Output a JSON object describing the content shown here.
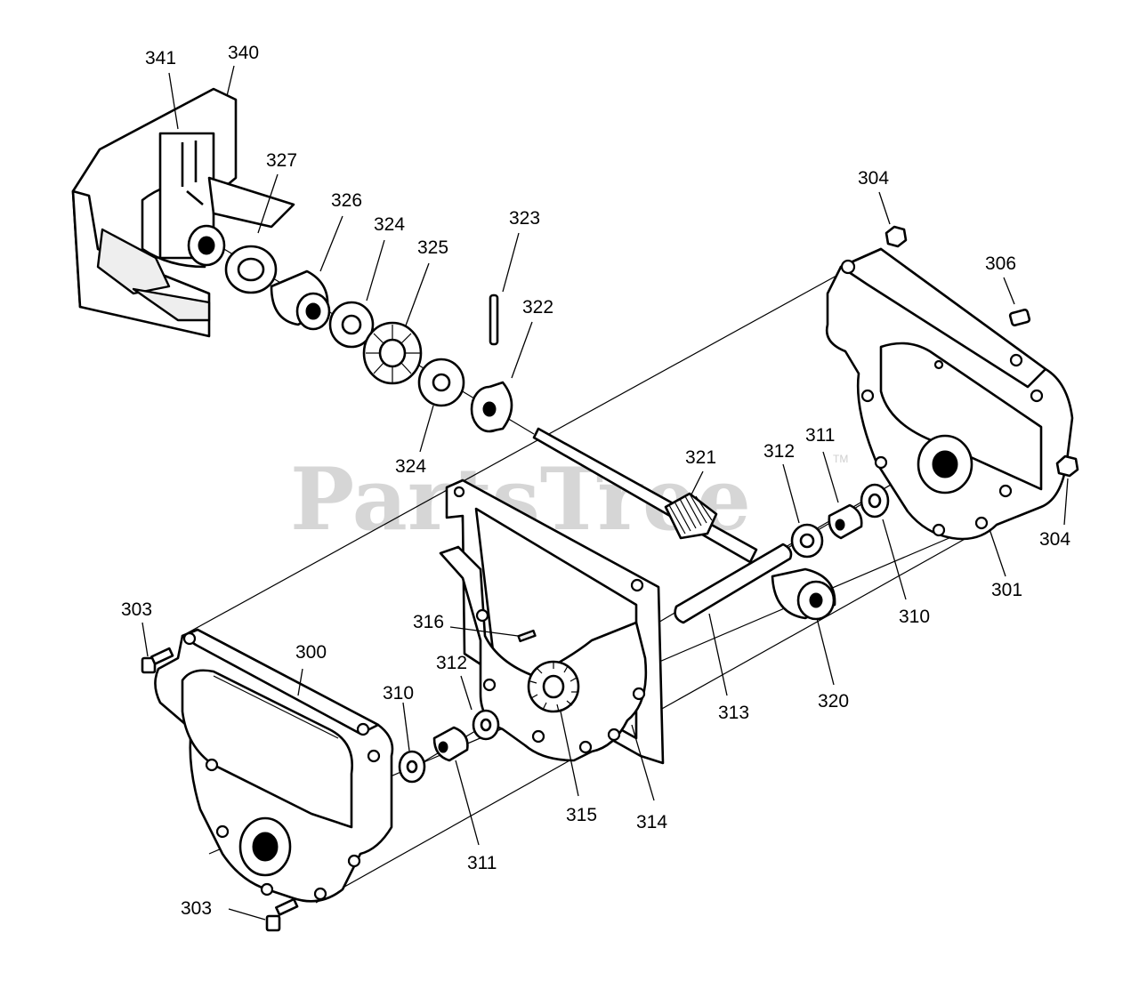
{
  "watermark": {
    "text": "PartsTree",
    "trademark": "TM"
  },
  "callouts": {
    "c341": "341",
    "c340": "340",
    "c327": "327",
    "c326": "326",
    "c324a": "324",
    "c325": "325",
    "c323": "323",
    "c322": "322",
    "c324b": "324",
    "c304a": "304",
    "c306": "306",
    "c321": "321",
    "c312a": "312",
    "c311a": "311",
    "c304b": "304",
    "c301": "301",
    "c310a": "310",
    "c313": "313",
    "c320": "320",
    "c303a": "303",
    "c300": "300",
    "c316": "316",
    "c312b": "312",
    "c310b": "310",
    "c315": "315",
    "c314": "314",
    "c311b": "311",
    "c303b": "303"
  }
}
